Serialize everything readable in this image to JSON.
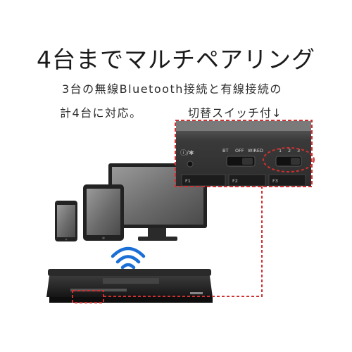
{
  "headline": "4台までマルチペアリング",
  "subline": "3台の無線Bluetooth接続と有線接続の",
  "subline2": "計4台に対応。",
  "note": "切替スイッチ付↓",
  "zoom_panel": {
    "left_label": "BT",
    "mid_label": "OFF",
    "right_label": "WIRED",
    "ch1": "1",
    "ch2": "2",
    "ch3": "3",
    "fkeys": [
      "F1",
      "F2",
      "F3"
    ]
  },
  "colors": {
    "highlight": "#d03030",
    "device": "#303030",
    "wireless": "#1a6fd6"
  }
}
